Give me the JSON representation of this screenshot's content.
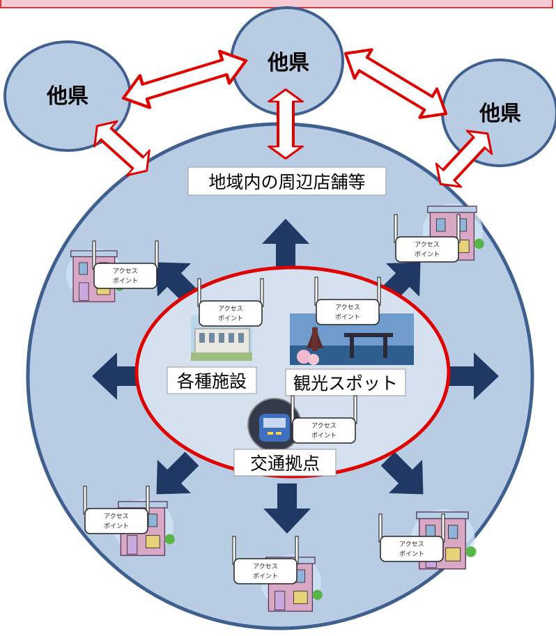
{
  "prefectures": [
    {
      "label": "他県"
    },
    {
      "label": "他県"
    },
    {
      "label": "他県"
    }
  ],
  "outer_label": "地域内の周辺店舗等",
  "inner_labels": {
    "facilities": "各種施設",
    "tourism": "観光スポット",
    "transport": "交通拠点"
  },
  "access_point": {
    "line1": "アクセス",
    "line2": "ポイント"
  },
  "colors": {
    "circle_fill": "#b8cce4",
    "circle_stroke": "#3f5f8f",
    "inner_fill": "#d6e1ef",
    "inner_stroke": "#e00000",
    "arrow_dark": "#1f3864",
    "banner": "#f7c9d2"
  }
}
